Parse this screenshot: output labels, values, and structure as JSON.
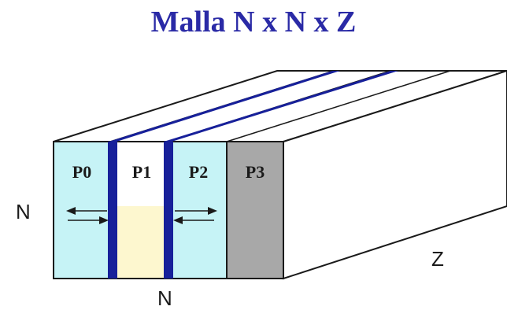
{
  "title": "Malla N x N x Z",
  "colors": {
    "title": "#2a2aa6",
    "cyan": "#c6f3f6",
    "cream": "#fdf7cf",
    "gray": "#a8a8a8",
    "blue_bar": "#17209a",
    "outline": "#1a1a1a"
  },
  "partitions": [
    {
      "label": "P0",
      "color": "cyan"
    },
    {
      "label": "P1",
      "color": "cream"
    },
    {
      "label": "P2",
      "color": "cyan"
    },
    {
      "label": "P3",
      "color": "gray"
    }
  ],
  "axes": {
    "left": "N",
    "bottom": "N",
    "depth": "Z"
  }
}
